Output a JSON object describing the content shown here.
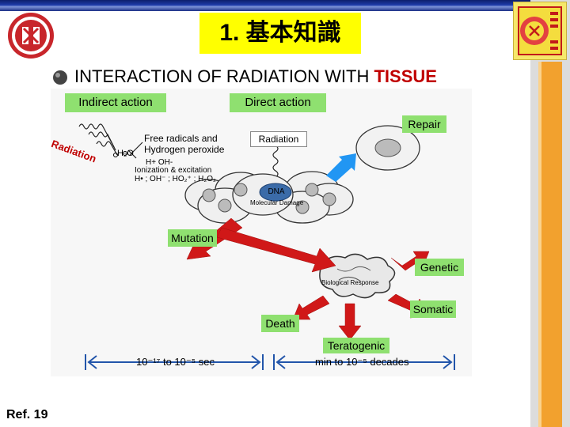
{
  "title": "1. 基本知識",
  "heading": {
    "prefix": "INTERACTION OF RADIATION WITH ",
    "highlight": "TISSUE"
  },
  "diagram": {
    "indirect_action": "Indirect action",
    "direct_action": "Direct action",
    "repair": "Repair",
    "radiation_curved": "Radiation",
    "free_radicals_line1": "Free radicals and",
    "free_radicals_line2": "Hydrogen peroxide",
    "h2o": "H₂O",
    "ions": "H+  OH-",
    "ionization": "Ionization & excitation",
    "species": "H• ; OH⁻ ; HO₂⁺ ; H₂O₂",
    "radiation_box": "Radiation",
    "dna": "DNA",
    "molecular_damage": "Molecular Damage",
    "mutation": "Mutation",
    "genetic": "Genetic",
    "biological_response": "Biological Response",
    "somatic": "Somatic",
    "death": "Death",
    "teratogenic": "Teratogenic",
    "time_left": "10⁻¹⁷ to 10⁻⁵ sec",
    "time_right": "min to 10⁻⁵ decades"
  },
  "ref": "Ref. 19",
  "colors": {
    "accent_red": "#c00000",
    "arrow_red": "#d01818",
    "arrow_blue": "#2196f3",
    "label_green": "#8fe070",
    "title_yellow": "#ffff00",
    "timeline_blue": "#2255aa"
  }
}
